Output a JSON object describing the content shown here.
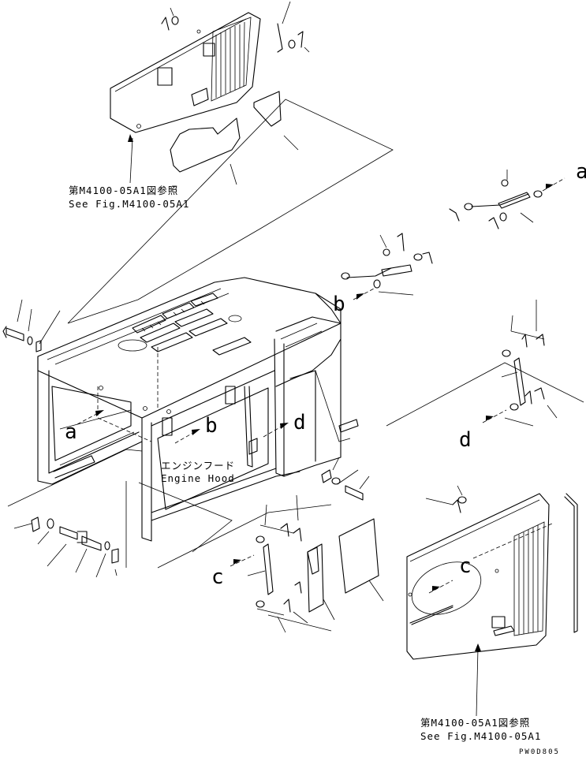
{
  "diagram": {
    "ref_top": {
      "line1": "第M4100-05A1図参照",
      "line2": "See Fig.M4100-05A1"
    },
    "ref_bottom": {
      "line1": "第M4100-05A1図参照",
      "line2": "See Fig.M4100-05A1"
    },
    "hood_label": {
      "line1": "エンジンフード",
      "line2": "Engine Hood"
    },
    "letters": {
      "a1": "a",
      "a2": "a",
      "b1": "b",
      "b2": "b",
      "c1": "c",
      "c2": "c",
      "d1": "d",
      "d2": "d"
    },
    "drawing_code": "PW0D805"
  }
}
